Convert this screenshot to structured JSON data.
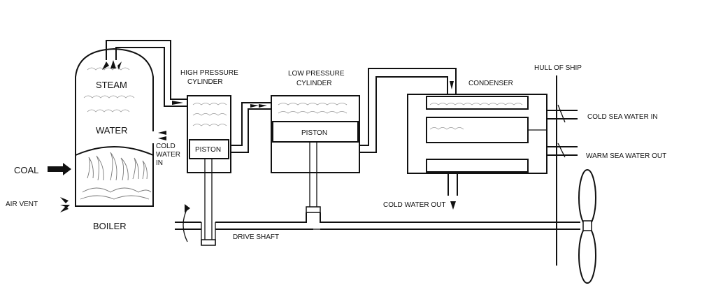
{
  "labels": {
    "steam": "STEAM",
    "water": "WATER",
    "coal": "COAL",
    "air_vent": "AIR VENT",
    "boiler": "BOILER",
    "cold_water_in_1": "COLD",
    "cold_water_in_2": "WATER",
    "cold_water_in_3": "IN",
    "high_pressure_1": "HIGH PRESSURE",
    "high_pressure_2": "CYLINDER",
    "low_pressure_1": "LOW PRESSURE",
    "low_pressure_2": "CYLINDER",
    "piston_hp": "PISTON",
    "piston_lp": "PISTON",
    "condenser": "CONDENSER",
    "hull": "HULL OF SHIP",
    "cold_sea_in": "COLD SEA WATER IN",
    "warm_sea_out": "WARM SEA WATER OUT",
    "cold_water_out": "COLD WATER OUT",
    "drive_shaft": "DRIVE SHAFT"
  }
}
